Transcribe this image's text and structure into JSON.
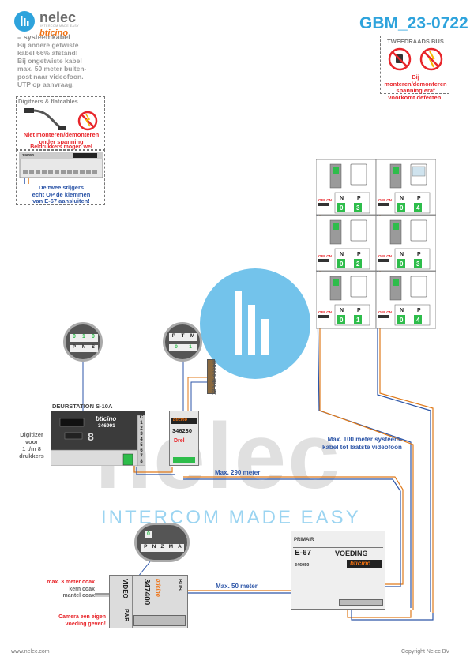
{
  "header": {
    "brand": "nelec",
    "brand_tagline": "INTERCOM MADE EASY",
    "partner": "bticino",
    "doc_code": "GBM_23-0722"
  },
  "notes": {
    "systeemkabel_title": "= systeemkabel",
    "systeemkabel_lines": [
      "Bij andere getwiste",
      "kabel 66% afstand!",
      "Bij ongetwiste kabel",
      "max. 50 meter buiten-",
      "post naar videofoon.",
      "UTP op aanvraag."
    ],
    "digitizers_title": "Digitzers & flatcables",
    "digitizers_warning": [
      "Niet monteren/demonteren",
      "onder spanning"
    ],
    "digitizers_note": "Beldrukkers mogen wel",
    "stijgers_module": "346050",
    "stijgers_note": [
      "De twee stijgers",
      "echt OP de klemmen",
      "van E-67 aansluiten!"
    ],
    "tweedraad_title": "TWEEDRAADS BUS",
    "tweedraad_warning": [
      "Bij monteren/demonteren",
      "spanning eraf",
      "voorkomt defecten!"
    ]
  },
  "door_station": {
    "title": "DEURSTATION S-10A",
    "model": "346991",
    "side_label": [
      "Digitizer",
      "voor",
      "1 t/m 8",
      "drukkers"
    ],
    "terminals": [
      "C",
      "1",
      "2",
      "3",
      "4",
      "5",
      "6",
      "7",
      "8"
    ],
    "zoom_digits": [
      "0",
      "1",
      "0"
    ],
    "zoom_labels": [
      "P",
      "N",
      "S"
    ]
  },
  "actuator": {
    "model": "346230",
    "label": "Drel",
    "zoom_labels": [
      "P",
      "T",
      "M"
    ],
    "zoom_digits": [
      "0",
      "1"
    ],
    "opener": "12 Vdc opener"
  },
  "power_supply": {
    "label_primair": "PRIMAIR",
    "model": "E-67",
    "title": "VOEDING",
    "part": "346050"
  },
  "video_module": {
    "model": "347400",
    "video_label": "VIDEO",
    "bus_label": "BUS",
    "pwr_label": "PWR",
    "zoom_labels": [
      "P",
      "N",
      "Z",
      "M",
      "A"
    ],
    "zoom_digit": "0"
  },
  "cables": {
    "max290": "Max. 290 meter",
    "max50": "Max. 50 meter",
    "max100": [
      "Max. 100 meter systeem-",
      "kabel tot laatste videofoon"
    ],
    "coax": [
      "max. 3 meter coax",
      "kern coax",
      "mantel coax"
    ],
    "camera_note": [
      "Camera een eigen",
      "voeding geven!"
    ]
  },
  "monitors": [
    {
      "n": "0",
      "p": "3"
    },
    {
      "n": "0",
      "p": "4"
    },
    {
      "n": "0",
      "p": "2"
    },
    {
      "n": "0",
      "p": "3"
    },
    {
      "n": "0",
      "p": "1"
    },
    {
      "n": "0",
      "p": "4"
    }
  ],
  "monitor_labels": {
    "n": "N",
    "p": "P",
    "off_on": "OFF ON"
  },
  "footer": {
    "website": "www.nelec.com",
    "copyright": "Copyright Nelec BV"
  },
  "colors": {
    "brand_blue": "#2ea3dc",
    "cable_orange": "#e07a1a",
    "cable_blue": "#2d56a8",
    "warning_red": "#e8262b",
    "module_green": "#2ebd4b"
  }
}
